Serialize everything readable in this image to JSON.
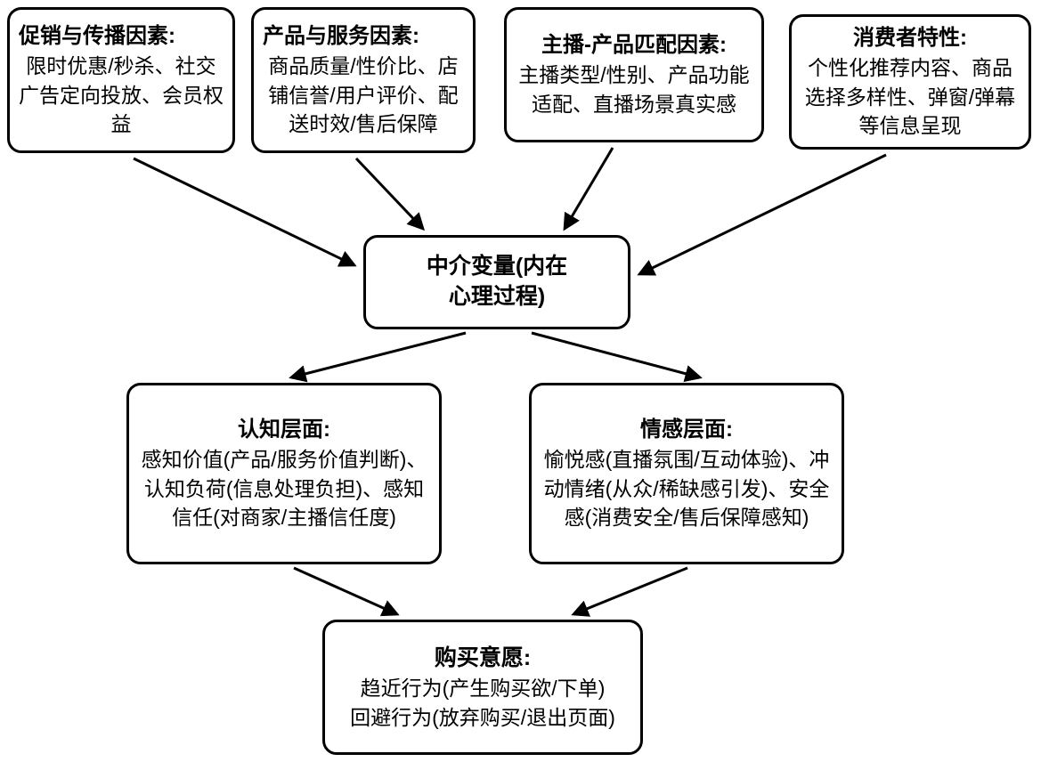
{
  "diagram": {
    "top_boxes": [
      {
        "title": "促销与传播因素:",
        "body": "限时优惠/秒杀、社交广告定向投放、会员权益"
      },
      {
        "title": "产品与服务因素:",
        "body": "商品质量/性价比、店铺信誉/用户评价、配送时效/售后保障"
      },
      {
        "title": "主播-产品匹配因素:",
        "body": "主播类型/性别、产品功能适配、直播场景真实感"
      },
      {
        "title": "消费者特性:",
        "body": "个性化推荐内容、商品选择多样性、弹窗/弹幕等信息呈现"
      }
    ],
    "mediator": {
      "line1": "中介变量(内在",
      "line2": "心理过程)"
    },
    "cognitive": {
      "title": "认知层面:",
      "body": "感知价值(产品/服务价值判断)、认知负荷(信息处理负担)、感知信任(对商家/主播信任度)"
    },
    "emotional": {
      "title": "情感层面:",
      "body": "愉悦感(直播氛围/互动体验)、冲动情绪(从众/稀缺感引发)、安全感(消费安全/售后保障感知)"
    },
    "purchase": {
      "title": "购买意愿:",
      "line1": "趋近行为(产生购买欲/下单)",
      "line2": "回避行为(放弃购买/退出页面)"
    },
    "colors": {
      "border": "#000000",
      "background": "#ffffff",
      "text": "#000000"
    }
  }
}
